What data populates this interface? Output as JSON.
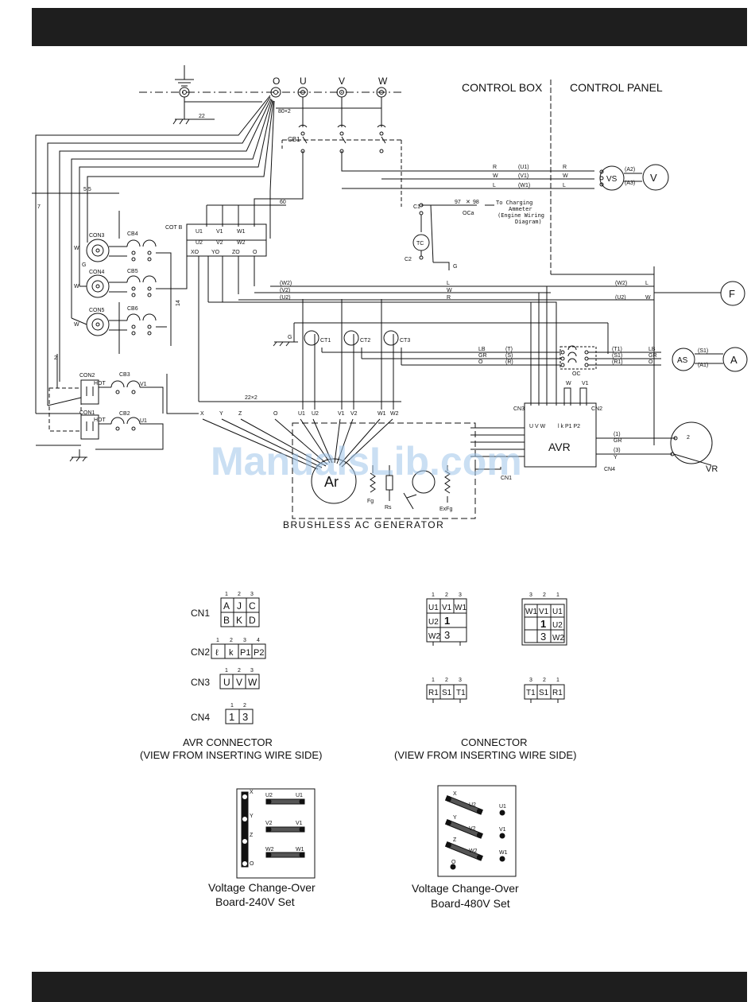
{
  "header": {
    "control_box": "CONTROL BOX",
    "control_panel": "CONTROL PANEL"
  },
  "terminals": [
    "O",
    "U",
    "V",
    "W"
  ],
  "dims": {
    "d22": "22",
    "d80x2": "80×2",
    "d55": "5.5",
    "d60": "60",
    "d22x2": "22×2",
    "d14": "14",
    "d7": "7",
    "d2": "2"
  },
  "breakers": {
    "cb1": "CB1",
    "cb2": "CB2",
    "cb3": "CB3",
    "cb4": "CB4",
    "cb5": "CB5",
    "cb6": "CB6"
  },
  "connectors": {
    "con1": "CON1",
    "con2": "CON2",
    "con3": "CON3",
    "con4": "CON4",
    "con5": "CON5",
    "cot": "COT B"
  },
  "board_terms": [
    "U1",
    "V1",
    "W1",
    "U2",
    "V2",
    "W2",
    "XO",
    "YO",
    "ZO",
    "O"
  ],
  "instruments": {
    "voltmeter": "V",
    "freq": "F",
    "ammeter": "A",
    "vs": "VS",
    "as": "AS",
    "avr": "AVR",
    "vr": "VR",
    "ar": "Ar",
    "ct1": "CT1",
    "ct2": "CT2",
    "ct3": "CT3",
    "oc": "OC",
    "tc": "TC",
    "c1": "C1",
    "c2": "C2",
    "oca": "OCa"
  },
  "charging_note": [
    "To Charging",
    "Ammeter",
    "(Engine Wiring",
    "Diagram)"
  ],
  "wire_labels": {
    "w97": "97",
    "w98": "98",
    "u1": "(U1)",
    "v1": "(V1)",
    "w1": "(W1)",
    "w2": "(W2)",
    "v2": "(V2)",
    "u2": "(U2)",
    "t": "(T)",
    "s": "(S)",
    "r": "(R)",
    "t1": "(T1)",
    "s1": "(S1)",
    "r1": "(R1)",
    "a2": "(A2)",
    "a3": "(A3)",
    "a1": "(A1)",
    "i": "(1)",
    "iii": "(3)"
  },
  "colors_letters": {
    "r": "R",
    "w": "W",
    "l": "L",
    "lb": "LB",
    "gr": "GR",
    "o": "O",
    "y": "Y",
    "g": "G",
    "hot": "HOT"
  },
  "gen_labels": {
    "x": "X",
    "y": "Y",
    "z": "Z",
    "o": "O",
    "u1": "U1",
    "u2": "U2",
    "v1": "V1",
    "v2": "V2",
    "w1": "W1",
    "w2": "W2",
    "fg": "Fg",
    "rs": "Rs",
    "exfg": "ExFg"
  },
  "avr_pins": {
    "cn3": "CN3",
    "cn2": "CN2",
    "cn1": "CN1",
    "cn4": "CN4",
    "uvw": "U V W",
    "kp": "l k P1 P2"
  },
  "generator_title": "BRUSHLESS AC GENERATOR",
  "watermark": "ManualsLib.com",
  "avr_connector": {
    "cn1": {
      "label": "CN1",
      "nums": [
        "1",
        "2",
        "3"
      ],
      "rows": [
        [
          "A",
          "J",
          "C"
        ],
        [
          "B",
          "K",
          "D"
        ]
      ]
    },
    "cn2": {
      "label": "CN2",
      "nums": [
        "1",
        "2",
        "3",
        "4"
      ],
      "cells": [
        "ℓ",
        "k",
        "P1",
        "P2"
      ]
    },
    "cn3": {
      "label": "CN3",
      "nums": [
        "1",
        "2",
        "3"
      ],
      "cells": [
        "U",
        "V",
        "W"
      ]
    },
    "cn4": {
      "label": "CN4",
      "nums": [
        "1",
        "2"
      ],
      "cells": [
        "1",
        "3"
      ]
    },
    "caption": [
      "AVR CONNECTOR",
      "(VIEW FROM INSERTING WIRE SIDE)"
    ]
  },
  "connector": {
    "left9": {
      "nums": [
        "1",
        "2",
        "3"
      ],
      "rows": [
        [
          "U1",
          "V1",
          "W1"
        ],
        [
          "U2",
          "1",
          ""
        ],
        [
          "W2",
          "3",
          ""
        ]
      ]
    },
    "right9": {
      "nums": [
        "3",
        "2",
        "1"
      ],
      "rows": [
        [
          "W1",
          "V1",
          "U1"
        ],
        [
          "",
          "1",
          "U2"
        ],
        [
          "",
          "3",
          "W2"
        ]
      ]
    },
    "left3": {
      "nums": [
        "1",
        "2",
        "3"
      ],
      "cells": [
        "R1",
        "S1",
        "T1"
      ]
    },
    "right3": {
      "nums": [
        "3",
        "2",
        "1"
      ],
      "cells": [
        "T1",
        "S1",
        "R1"
      ]
    },
    "caption": [
      "CONNECTOR",
      "(VIEW FROM INSERTING WIRE SIDE)"
    ]
  },
  "boards": {
    "b240": {
      "side": [
        "X",
        "Y",
        "Z",
        "O"
      ],
      "links": [
        [
          "U2",
          "U1"
        ],
        [
          "V2",
          "V1"
        ],
        [
          "W2",
          "W1"
        ]
      ],
      "caption": [
        "Voltage Change-Over",
        "Board-240V Set"
      ]
    },
    "b480": {
      "side": [
        "X",
        "Y",
        "Z",
        "O"
      ],
      "links": [
        "U2",
        "V2",
        "W2"
      ],
      "right": [
        "U1",
        "V1",
        "W1"
      ],
      "caption": [
        "Voltage Change-Over",
        "Board-480V Set"
      ]
    }
  }
}
